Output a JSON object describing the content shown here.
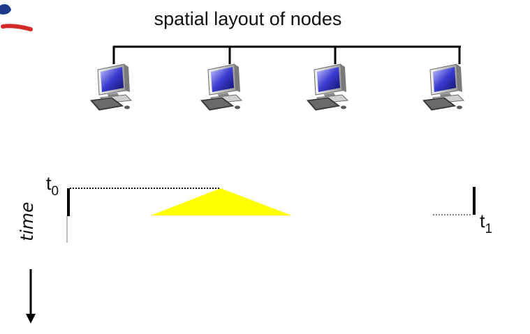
{
  "title": "spatial layout of nodes",
  "time_axis_label": "time",
  "t0_label": {
    "base": "t",
    "sub": "0"
  },
  "t1_label": {
    "base": "t",
    "sub": "1"
  },
  "node_count": 4,
  "colors": {
    "signal": "#ffff00",
    "line": "#000000",
    "annotation": "#d42a2a",
    "pen_blue": "#1e3a8a",
    "screen": "#2a2aa0"
  }
}
